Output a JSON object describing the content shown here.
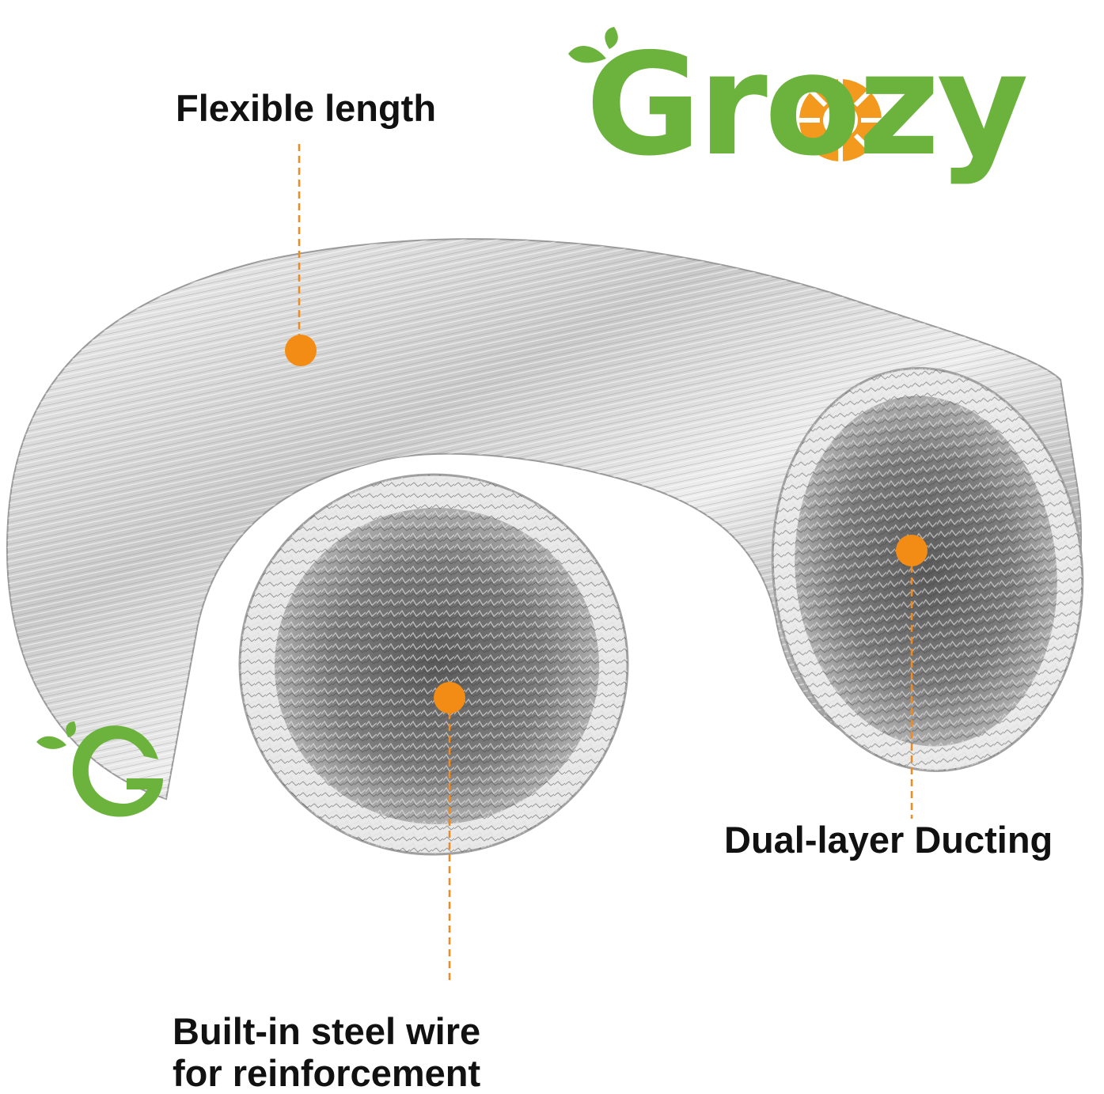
{
  "brand": {
    "name": "Grozy",
    "colors": {
      "green": "#6cb33e",
      "orange": "#f28c14",
      "leader": "#f08a1c"
    }
  },
  "callouts": {
    "flexible_length": "Flexible length",
    "dual_layer": "Dual-layer Ducting",
    "steel_wire_line1": "Built-in steel wire",
    "steel_wire_line2": "for reinforcement"
  },
  "icons": {
    "logo_leaf": "leaf-icon",
    "logo_sun": "sun-icon",
    "badge": "grozy-g-badge-icon",
    "marker": "orange-dot-marker"
  }
}
